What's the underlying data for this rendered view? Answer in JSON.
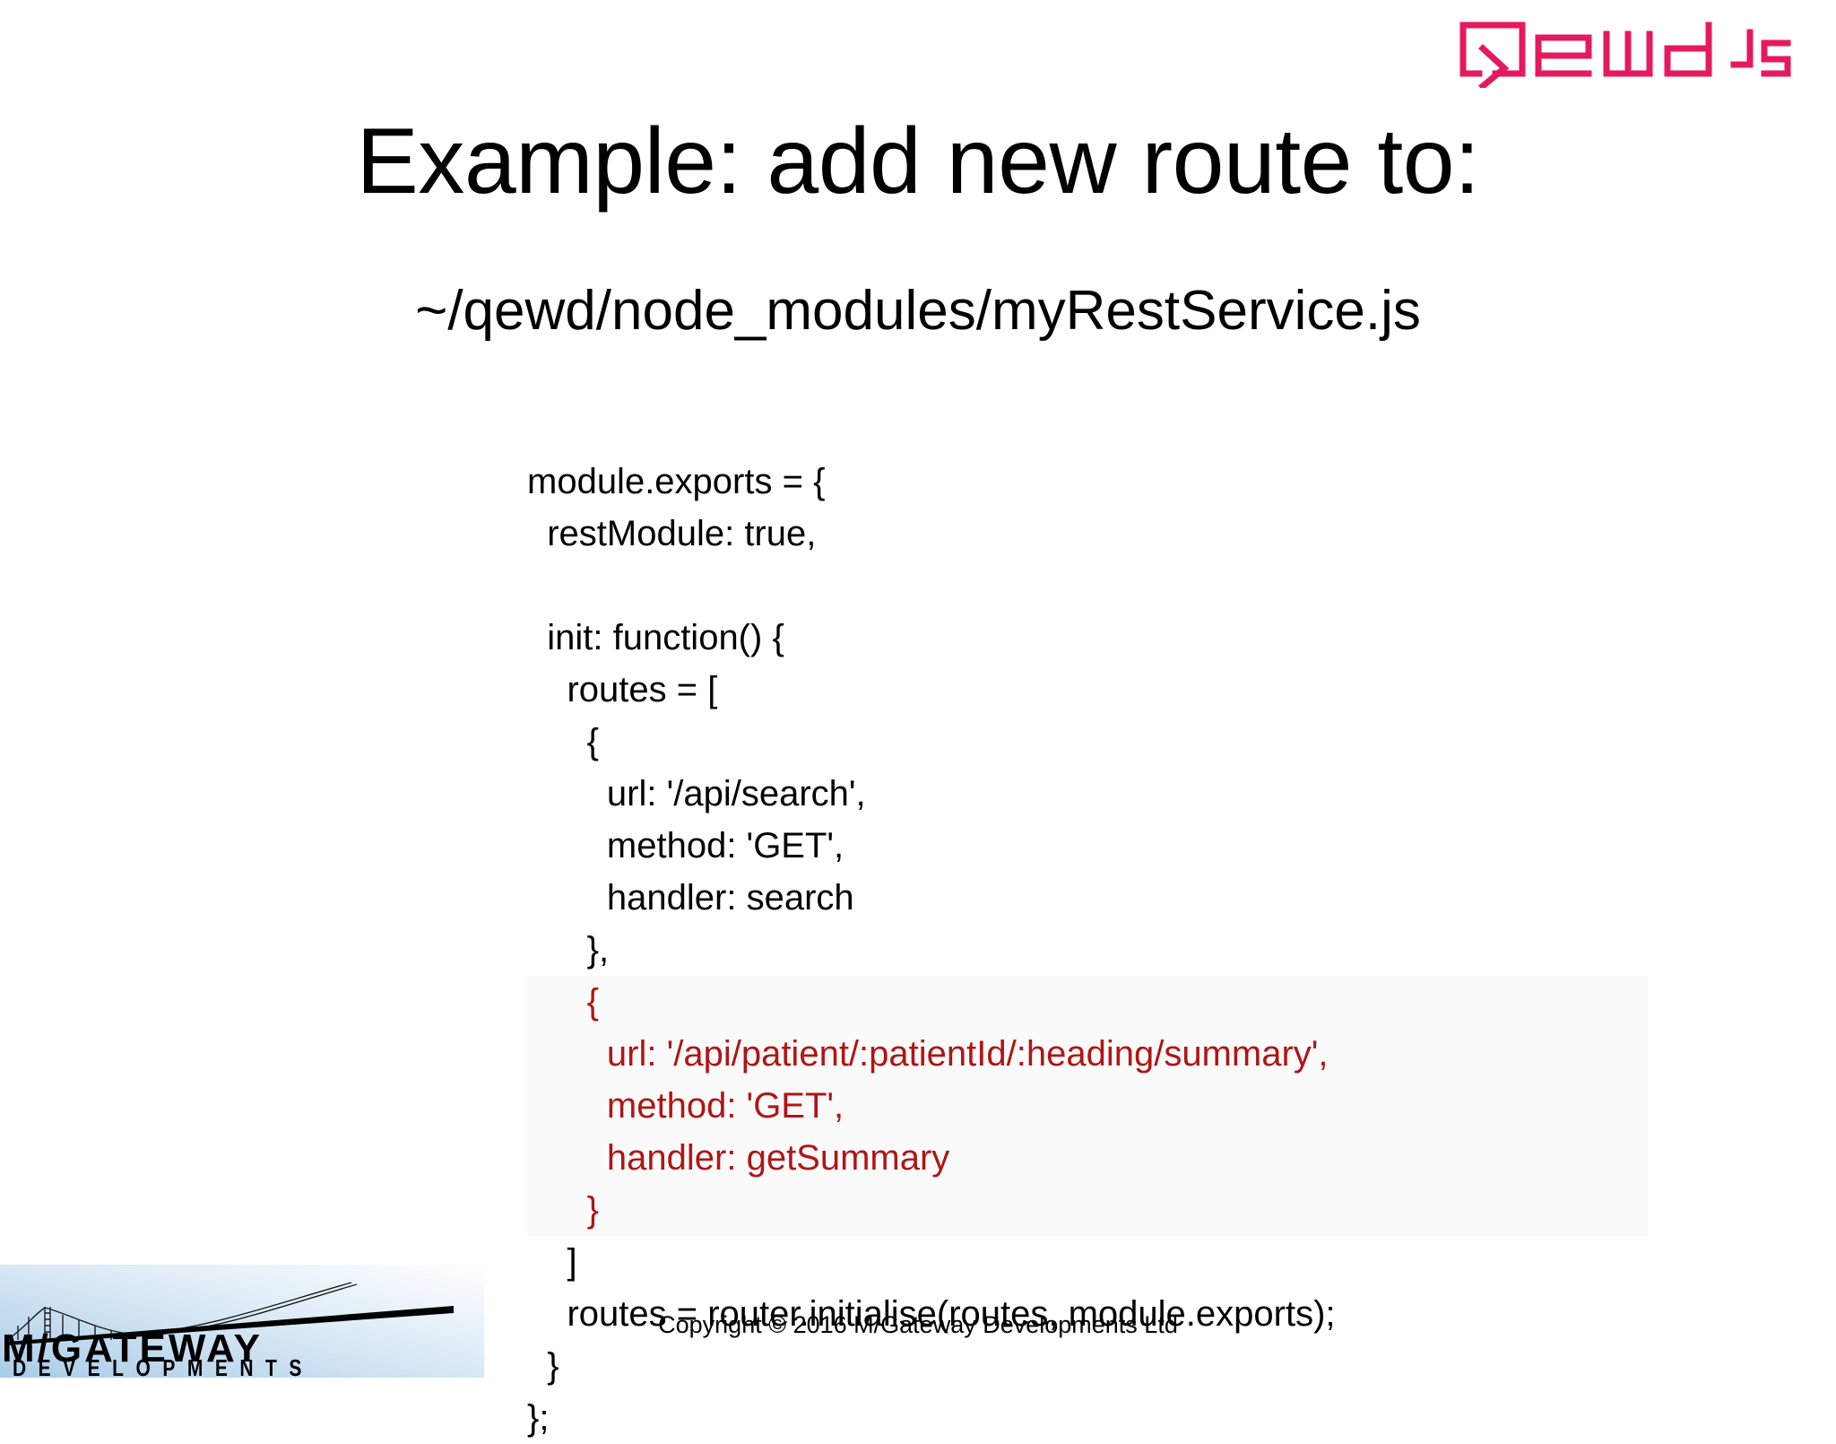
{
  "brand": {
    "qewd_logo_name": "qewd-js-logo",
    "qewd_wordmark": "Qewd.js",
    "qewd_color": "#E51A5E",
    "mgateway_logo_name": "mgateway-developments-logo",
    "mgateway_primary": "M/GATEWAY",
    "mgateway_secondary": "DEVELOPMENTS",
    "mgateway_gradient_from": "#BFD8EE",
    "mgateway_gradient_to": "#FFFFFF"
  },
  "slide": {
    "title": "Example: add new route to:",
    "subtitle": "~/qewd/node_modules/myRestService.js"
  },
  "code": {
    "language": "javascript",
    "highlight_color": "#B01515",
    "text_color": "#000000",
    "highlight_background": "#FAFAFA",
    "lines": [
      {
        "text": "module.exports = {",
        "highlight": false
      },
      {
        "text": "  restModule: true,",
        "highlight": false
      },
      {
        "text": "",
        "highlight": false
      },
      {
        "text": "  init: function() {",
        "highlight": false
      },
      {
        "text": "    routes = [",
        "highlight": false
      },
      {
        "text": "      {",
        "highlight": false
      },
      {
        "text": "        url: '/api/search',",
        "highlight": false
      },
      {
        "text": "        method: 'GET',",
        "highlight": false
      },
      {
        "text": "        handler: search",
        "highlight": false
      },
      {
        "text": "      },",
        "highlight": false
      },
      {
        "text": "      {",
        "highlight": true
      },
      {
        "text": "        url: '/api/patient/:patientId/:heading/summary',",
        "highlight": true
      },
      {
        "text": "        method: 'GET',",
        "highlight": true
      },
      {
        "text": "        handler: getSummary",
        "highlight": true
      },
      {
        "text": "      }",
        "highlight": true
      },
      {
        "text": "    ]",
        "highlight": false
      },
      {
        "text": "    routes = router.initialise(routes, module.exports);",
        "highlight": false
      },
      {
        "text": "  }",
        "highlight": false
      },
      {
        "text": "};",
        "highlight": false
      }
    ]
  },
  "footer": {
    "copyright": "Copyright © 2016 M/Gateway Developments Ltd"
  }
}
